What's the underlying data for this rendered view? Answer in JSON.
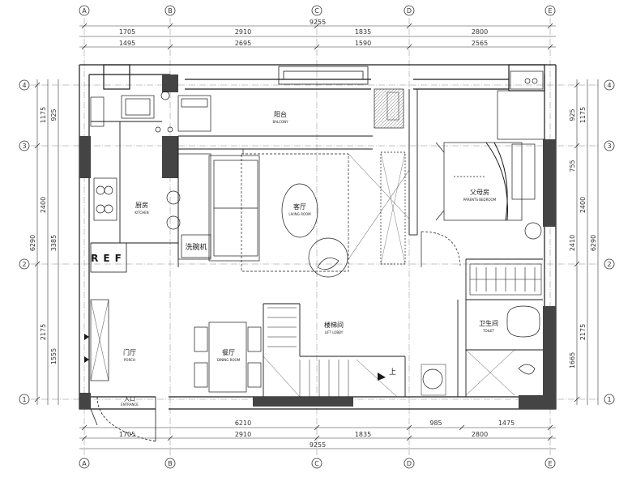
{
  "plan": {
    "axes_top": [
      "A",
      "B",
      "C",
      "D",
      "E"
    ],
    "axes_bottom": [
      "A",
      "B",
      "C",
      "D",
      "E"
    ],
    "axes_left": [
      "4",
      "3",
      "2",
      "1"
    ],
    "axes_right": [
      "4",
      "3",
      "2",
      "1"
    ],
    "dims_top_row1": [
      "1705",
      "2910",
      "1835",
      "2800"
    ],
    "dims_top_total": "9255",
    "dims_top_row2": [
      "1495",
      "2695",
      "1590",
      "2565"
    ],
    "dims_bottom_row1": [
      "6210",
      "985",
      "1475"
    ],
    "dims_bottom_row2": [
      "1705",
      "2910",
      "1835",
      "2800"
    ],
    "dims_bottom_total": "9255",
    "dims_left_inner": [
      "1175",
      "925",
      "2400",
      "2175",
      "1555"
    ],
    "dims_left_mid": "3385",
    "dims_left_total": "6290",
    "dims_right_inner": [
      "925",
      "755",
      "2410",
      "1665"
    ],
    "dims_right_mid": [
      "1175",
      "2400",
      "2175"
    ],
    "dims_right_total": "6290",
    "rooms": {
      "balcony": {
        "cn": "阳台",
        "en": "BALCONY"
      },
      "kitchen": {
        "cn": "厨房",
        "en": "KITCHEN"
      },
      "living": {
        "cn": "客厅",
        "en": "LIVING ROOM"
      },
      "parents": {
        "cn": "父母房",
        "en": "PARENTS BEDROOM"
      },
      "lift": {
        "cn": "楼梯间",
        "en": "LIFT LOBBY"
      },
      "dining": {
        "cn": "餐厅",
        "en": "DINING ROOM"
      },
      "porch": {
        "cn": "门厅",
        "en": "PORCH"
      },
      "toilet": {
        "cn": "卫生间",
        "en": "TOILET"
      },
      "entrance": {
        "cn": "入口",
        "en": "ENTRANCE"
      }
    },
    "ref_label": "REF",
    "dishwasher": "洗碗机",
    "stair_up": "上"
  },
  "colors": {
    "line": "#1a1a1a",
    "dim": "#333333",
    "wall_fill": "#444444"
  }
}
